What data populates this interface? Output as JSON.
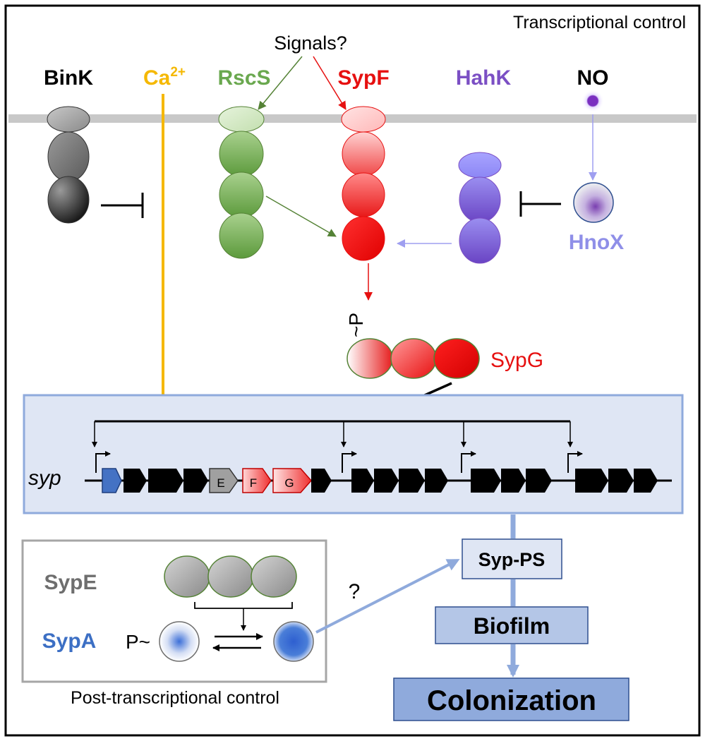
{
  "header": {
    "title": "Transcriptional control"
  },
  "signals_label": "Signals?",
  "proteins": {
    "bink": "BinK",
    "ca_base": "Ca",
    "ca_sup": "2+",
    "rscs": "RscS",
    "sypf": "SypF",
    "hahk": "HahK",
    "no": "NO",
    "hnox": "HnoX",
    "sypg": "SypG",
    "phospho": "~P"
  },
  "operon": {
    "label": "syp",
    "genes": {
      "e": "E",
      "f": "F",
      "g": "G"
    }
  },
  "post": {
    "sype": "SypE",
    "sypa": "SypA",
    "p_tilde": "P~",
    "caption": "Post-transcriptional control",
    "question": "?"
  },
  "outputs": {
    "syp_ps": "Syp-PS",
    "biofilm": "Biofilm",
    "colonization": "Colonization"
  },
  "colors": {
    "bink": "#000000",
    "calcium": "#f5b800",
    "rscs": "#6aa84f",
    "sypf": "#e61010",
    "hahk": "#7b4fc4",
    "hnox": "#8f8fe8",
    "sype": "#6e6e6e",
    "sypa": "#3c6fc4",
    "operon_box": "#dfe6f4",
    "flow": "#8faadc"
  }
}
